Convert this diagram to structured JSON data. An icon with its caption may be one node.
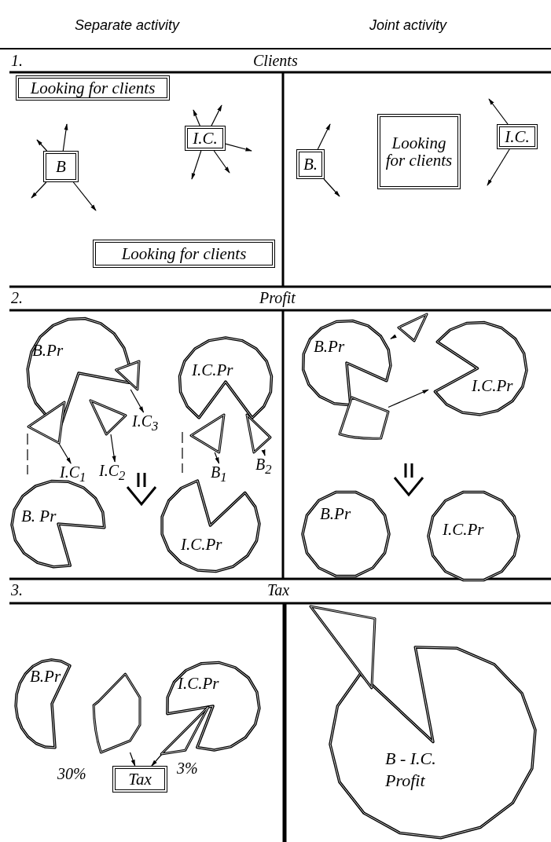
{
  "diagram": {
    "nodes": [
      {
        "text": [
          "Looking for clients"
        ]
      },
      {
        "text": [
          "B"
        ]
      },
      {
        "text": [
          "I.C."
        ]
      },
      {
        "text": [
          "Looking for clients"
        ]
      },
      {
        "text": [
          "B."
        ]
      },
      {
        "text": [
          "Looking for clients"
        ]
      },
      {
        "text": [
          "I.C."
        ]
      },
      {
        "text": [
          "B.Pr"
        ]
      },
      {
        "text": [],
        "shape": "triangle"
      },
      {
        "text": [],
        "shape": "triangle"
      },
      {
        "text": [],
        "shape": "triangle"
      },
      {
        "text": [
          "I.C$_{1}$"
        ]
      },
      {
        "text": [
          "I.C$_{2}$"
        ]
      },
      {
        "text": [
          "I.C$_{3}$"
        ]
      },
      {
        "text": [
          "I.C.Pr"
        ]
      },
      {
        "text": [],
        "shape": "triangle"
      },
      {
        "text": [],
        "shape": "triangle"
      },
      {
        "text": [
          "B$_{1}$"
        ]
      },
      {
        "text": [
          "B$_{2}$"
        ]
      },
      {
        "text": [
          "B. Pr"
        ]
      },
      {
        "text": [
          "I.C.Pr"
        ]
      },
      {
        "text": [
          "B.Pr"
        ]
      },
      {
        "text": [
          "I.C.Pr"
        ]
      },
      {
        "text": [],
        "shape": "triangle"
      },
      {
        "text": [],
        "shape": "wedge"
      },
      {
        "text": [
          "B.Pr"
        ]
      },
      {
        "text": [
          "I.C.Pr"
        ]
      },
      {
        "text": [
          "B.Pr"
        ]
      },
      {
        "text": [],
        "shape": "wedge"
      },
      {
        "text": [
          "I.C.Pr"
        ]
      },
      {
        "text": [],
        "shape": "triangle"
      },
      {
        "text": [
          "Tax"
        ]
      },
      {
        "text": [
          "B - I.C. Profit"
        ]
      },
      {
        "text": [],
        "shape": "triangle"
      }
    ],
    "edges": [
      {
        "from": 1,
        "to": null,
        "arrow": "to"
      },
      {
        "from": 1,
        "to": null,
        "arrow": "to"
      },
      {
        "from": 1,
        "to": null,
        "arrow": "to"
      },
      {
        "from": 1,
        "to": null,
        "arrow": "to"
      },
      {
        "from": 2,
        "to": null,
        "arrow": "to"
      },
      {
        "from": 2,
        "to": null,
        "arrow": "to"
      },
      {
        "from": 2,
        "to": null,
        "arrow": "to"
      },
      {
        "from": 2,
        "to": null,
        "arrow": "to"
      },
      {
        "from": 2,
        "to": null,
        "arrow": "to"
      },
      {
        "from": 4,
        "to": null,
        "arrow": "to"
      },
      {
        "from": 4,
        "to": null,
        "arrow": "to"
      },
      {
        "from": 6,
        "to": null,
        "arrow": "to"
      },
      {
        "from": 6,
        "to": null,
        "arrow": "to"
      },
      {
        "from": 8,
        "to": 13,
        "arrow": "to"
      },
      {
        "from": 9,
        "to": 11,
        "arrow": "to"
      },
      {
        "from": 10,
        "to": 12,
        "arrow": "to"
      },
      {
        "from": 15,
        "to": 17,
        "arrow": "to"
      },
      {
        "from": 16,
        "to": 18,
        "arrow": "to"
      },
      {
        "from": 23,
        "to": 21,
        "arrow": "to"
      },
      {
        "from": 24,
        "to": 22,
        "arrow": "to"
      },
      {
        "from": 28,
        "to": 31,
        "arrow": "to",
        "label": "30%"
      },
      {
        "from": 30,
        "to": 31,
        "arrow": "to",
        "label": "3%"
      }
    ],
    "labels": [
      "Separate activity",
      "Joint activity",
      "1.",
      "Clients",
      "2.",
      "Profit",
      "3.",
      "Tax"
    ]
  }
}
